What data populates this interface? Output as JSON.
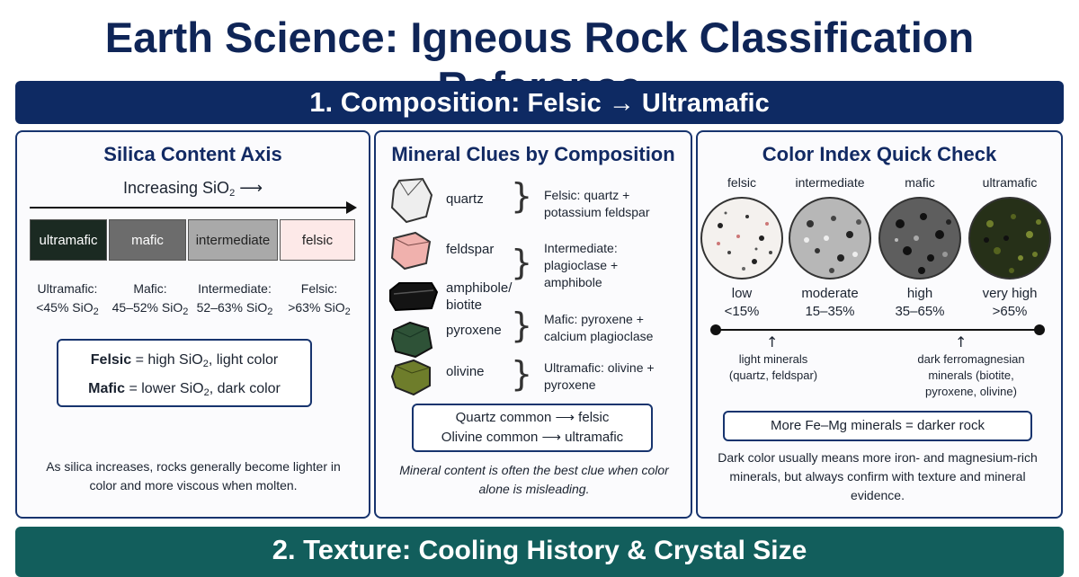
{
  "title": "Earth Science: Igneous Rock Classification Reference",
  "section1": {
    "lead": "1. Composition:",
    "rest": " Felsic → Ultramafic"
  },
  "section2": {
    "lead": "2. Texture:",
    "rest": " Cooling History & Crystal Size"
  },
  "silica_panel": {
    "title": "Silica Content Axis",
    "axis_label": "Increasing SiO",
    "axis_sub": "2",
    "axis_arrow": " ⟶",
    "blocks": [
      "ultramafic",
      "mafic",
      "intermediate",
      "felsic"
    ],
    "ranges": [
      {
        "name": "Ultramafic:",
        "value": "<45% SiO",
        "sub": "2"
      },
      {
        "name": "Mafic:",
        "value": "45–52% SiO",
        "sub": "2"
      },
      {
        "name": "Intermediate:",
        "value": "52–63% SiO",
        "sub": "2"
      },
      {
        "name": "Felsic:",
        "value": ">63% SiO",
        "sub": "2"
      }
    ],
    "callout": {
      "line1_bold": "Felsic",
      "line1_a": " = high SiO",
      "line1_sub": "2",
      "line1_b": ", light color",
      "line2_bold": "Mafic",
      "line2_a": " = lower SiO",
      "line2_sub": "2",
      "line2_b": ", dark color"
    },
    "note": "As silica increases, rocks generally become lighter in color and more viscous when molten."
  },
  "mineral_panel": {
    "title": "Mineral Clues by Composition",
    "minerals": [
      "quartz",
      "feldspar",
      "amphibole/ biotite",
      "pyroxene",
      "olivine"
    ],
    "clues": [
      "Felsic: quartz + potassium feldspar",
      "Intermediate: plagioclase + amphibole",
      "Mafic: pyroxene + calcium plagioclase",
      "Ultramafic: olivine + pyroxene"
    ],
    "callout": [
      "Quartz common ⟶ felsic",
      "Olivine common ⟶ ultramafic"
    ],
    "note": "Mineral content is often the best clue when color alone is misleading."
  },
  "color_panel": {
    "title": "Color Index Quick Check",
    "columns": [
      {
        "name": "felsic",
        "level": "low",
        "range": "<15%"
      },
      {
        "name": "intermediate",
        "level": "moderate",
        "range": "15–35%"
      },
      {
        "name": "mafic",
        "level": "high",
        "range": "35–65%"
      },
      {
        "name": "ultramafic",
        "level": "very high",
        "range": ">65%"
      }
    ],
    "light_label": "light minerals (quartz, feldspar)",
    "dark_label": "dark ferromagnesian minerals (biotite, pyroxene, olivine)",
    "callout": "More Fe–Mg minerals = darker rock",
    "note": "Dark color usually means more iron- and magnesium-rich minerals, but always confirm with texture and mineral evidence."
  },
  "colors": {
    "navy": "#0e2a63",
    "teal": "#125e5c",
    "ultramafic_block": "#1b2a22",
    "mafic_block": "#6c6c6c",
    "intermediate_block": "#a9a9a9",
    "felsic_block": "#fde9e8"
  }
}
